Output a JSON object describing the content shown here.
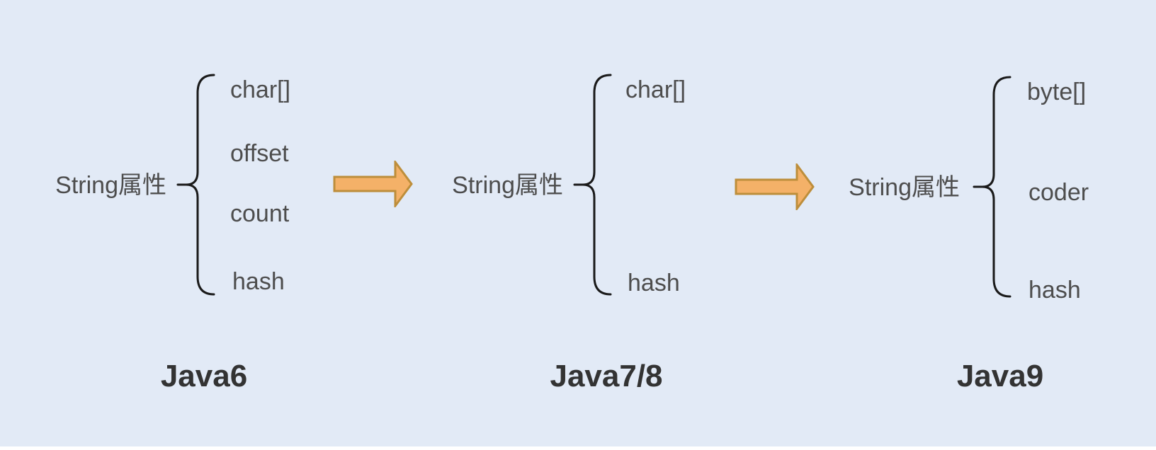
{
  "colors": {
    "bg": "#E2EAF6",
    "text": "#4D4D4D",
    "caption": "#333333",
    "brace": "#1A1A1A",
    "arrow-fill": "#F4B168",
    "arrow-stroke": "#BD8E3B"
  },
  "groups": [
    {
      "label": "String属性",
      "title": "Java6",
      "items": [
        "char[]",
        "offset",
        "count",
        "hash"
      ]
    },
    {
      "label": "String属性",
      "title": "Java7/8",
      "items": [
        "char[]",
        "hash"
      ]
    },
    {
      "label": "String属性",
      "title": "Java9",
      "items": [
        "byte[]",
        "coder",
        "hash"
      ]
    }
  ]
}
